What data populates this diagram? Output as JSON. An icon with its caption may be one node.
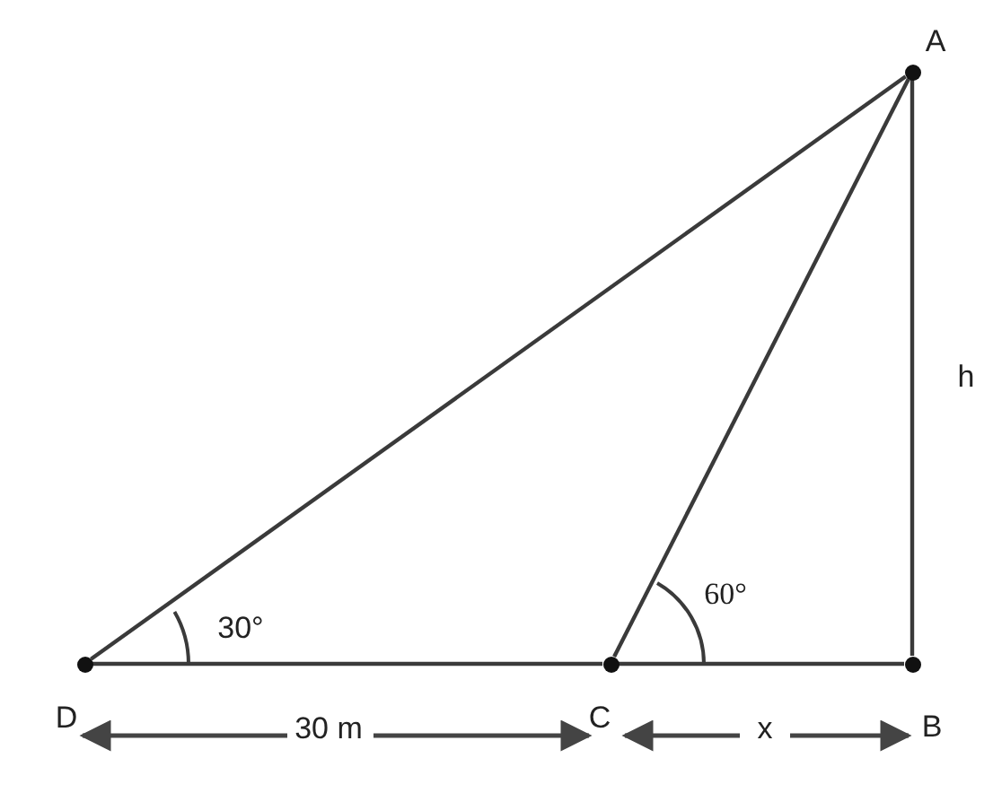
{
  "diagram": {
    "nodes": [
      {
        "text": [],
        "shape": "circle",
        "beside": [
          "A"
        ]
      },
      {
        "text": [],
        "shape": "circle",
        "beside": [
          "B"
        ]
      },
      {
        "text": [],
        "shape": "circle",
        "beside": [
          "C"
        ]
      },
      {
        "text": [],
        "shape": "circle",
        "beside": [
          "D"
        ]
      }
    ],
    "edges": [
      {
        "from": 3,
        "to": 0,
        "arrow": "none"
      },
      {
        "from": 2,
        "to": 0,
        "arrow": "none"
      },
      {
        "from": 0,
        "to": 1,
        "arrow": "none"
      },
      {
        "from": 3,
        "to": 2,
        "arrow": "none"
      },
      {
        "from": 2,
        "to": 1,
        "arrow": "none"
      }
    ],
    "labels": [
      "h",
      "60°",
      "30°",
      "30 m",
      "x"
    ]
  }
}
